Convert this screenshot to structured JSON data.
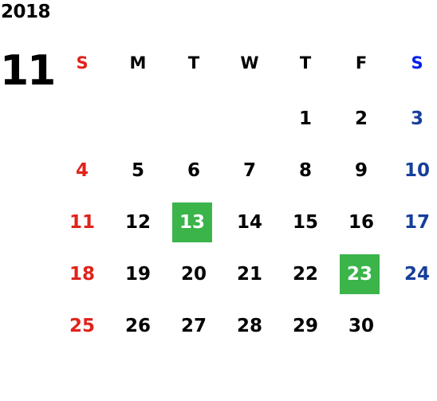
{
  "year": "2018",
  "month": "11",
  "weekdays": [
    "S",
    "M",
    "T",
    "W",
    "T",
    "F",
    "S"
  ],
  "weeks": [
    [
      "",
      "",
      "",
      "",
      "1",
      "2",
      "3"
    ],
    [
      "4",
      "5",
      "6",
      "7",
      "8",
      "9",
      "10"
    ],
    [
      "11",
      "12",
      "13",
      "14",
      "15",
      "16",
      "17"
    ],
    [
      "18",
      "19",
      "20",
      "21",
      "22",
      "23",
      "24"
    ],
    [
      "25",
      "26",
      "27",
      "28",
      "29",
      "30",
      ""
    ]
  ],
  "highlighted_days": [
    "13",
    "23"
  ],
  "colors": {
    "sunday": "#e0231c",
    "saturday": "#173f9a",
    "highlight": "#3bb44a"
  }
}
